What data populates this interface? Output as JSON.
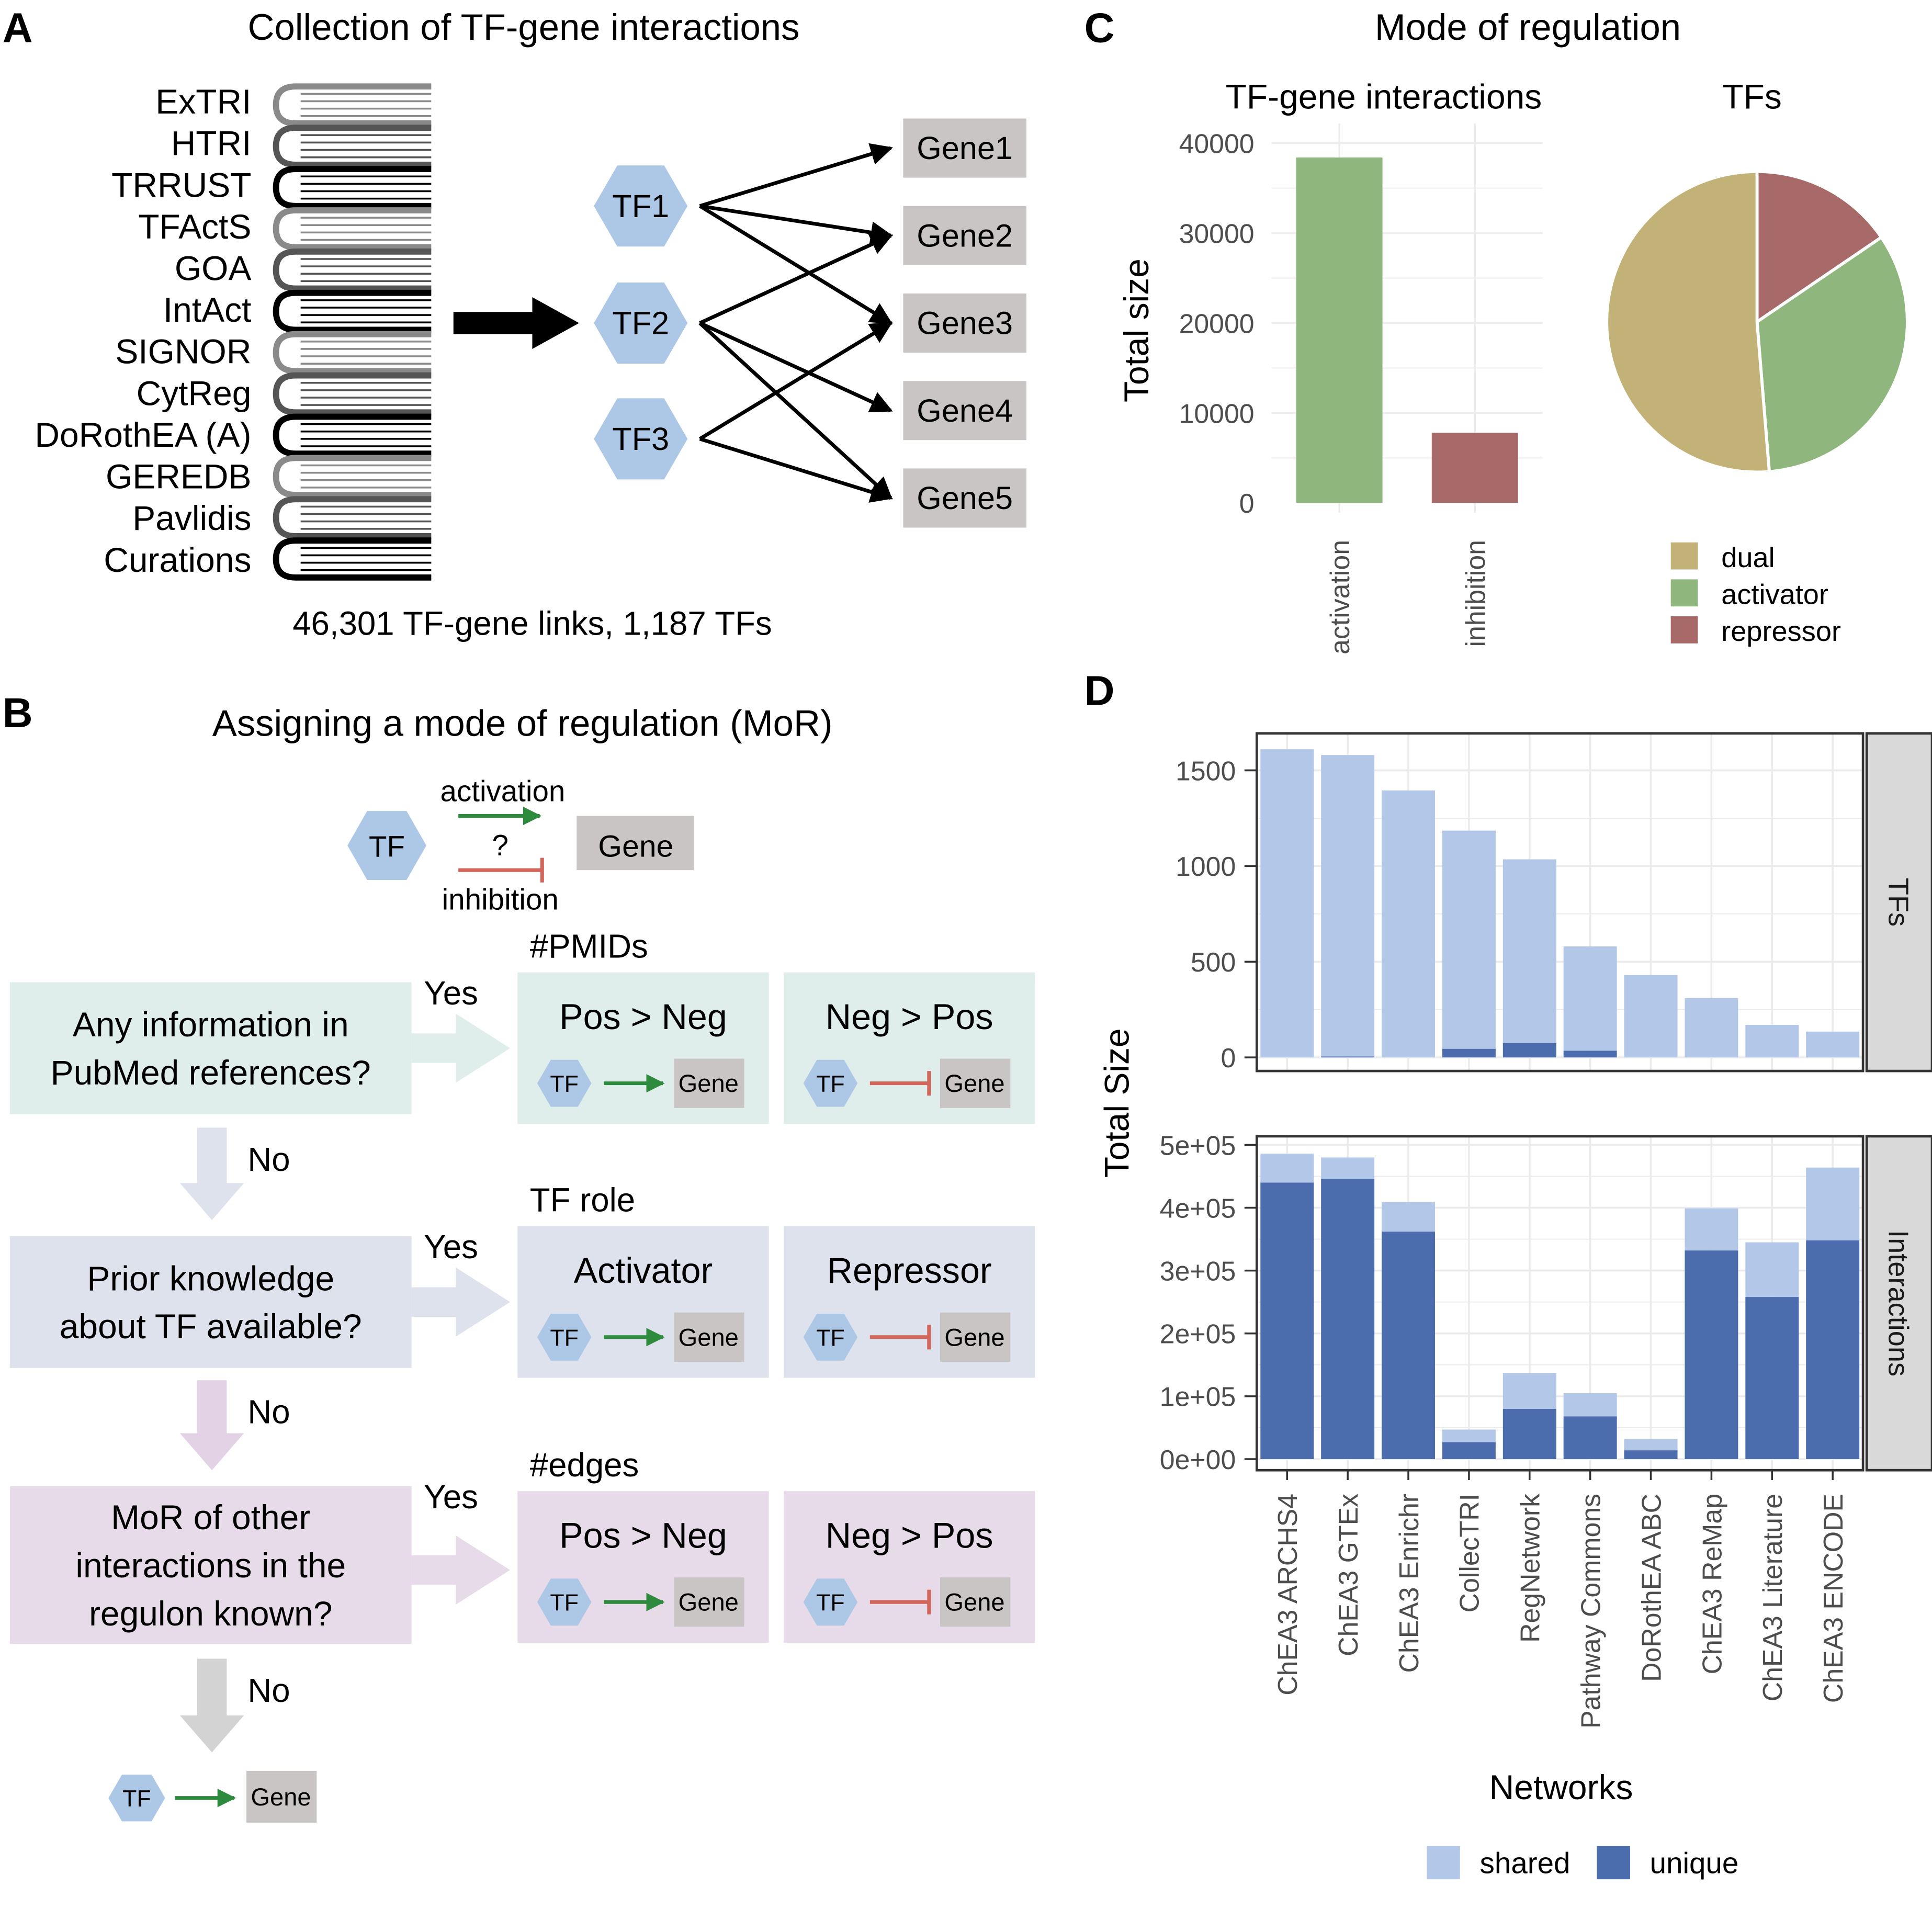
{
  "colors": {
    "tf_fill": "#adc7e6",
    "gene_fill": "#c9c5c5",
    "pubmed_bg": "#e0eeeb",
    "prior_bg": "#dde2ec",
    "regulon_bg": "#e8dbe9",
    "activation_green": "#8fb67c",
    "inhibition_red": "#a86a68",
    "dual_tan": "#c2b278",
    "shared_blue": "#b3c7e8",
    "unique_blue": "#4b6cad",
    "arrow_green": "#2e8b3e",
    "arrow_red": "#d2665a",
    "strip_grey": "#d9d9d9"
  },
  "panelA": {
    "letter": "A",
    "title": "Collection of TF-gene interactions",
    "sources": [
      "ExTRI",
      "HTRI",
      "TRRUST",
      "TFActS",
      "GOA",
      "IntAct",
      "SIGNOR",
      "CytReg",
      "DoRothEA (A)",
      "GEREDB",
      "Pavlidis",
      "Curations"
    ],
    "tfs": [
      "TF1",
      "TF2",
      "TF3"
    ],
    "genes": [
      "Gene1",
      "Gene2",
      "Gene3",
      "Gene4",
      "Gene5"
    ],
    "summary": "46,301 TF-gene links, 1,187 TFs"
  },
  "panelB": {
    "letter": "B",
    "title": "Assigning a mode of regulation (MoR)",
    "legend": {
      "tf": "TF",
      "gene": "Gene",
      "activation": "activation",
      "question": "?",
      "inhibition": "inhibition"
    },
    "tf_label": "TF",
    "gene_label": "Gene",
    "yes": "Yes",
    "no": "No",
    "q1": {
      "lines": [
        "Any information in",
        "PubMed references?"
      ],
      "section": "#PMIDs",
      "left": "Pos > Neg",
      "right": "Neg > Pos"
    },
    "q2": {
      "lines": [
        "Prior knowledge",
        "about TF available?"
      ],
      "section": "TF role",
      "left": "Activator",
      "right": "Repressor"
    },
    "q3": {
      "lines": [
        "MoR of other",
        "interactions in the",
        "regulon known?"
      ],
      "section": "#edges",
      "left": "Pos > Neg",
      "right": "Neg > Pos"
    }
  },
  "panelC": {
    "letter": "C",
    "title": "Mode of regulation",
    "bar_title": "TF-gene interactions",
    "pie_title": "TFs",
    "legend": [
      "dual",
      "activator",
      "repressor"
    ]
  },
  "panelD": {
    "letter": "D",
    "legend": [
      "shared",
      "unique"
    ]
  },
  "chart_data": [
    {
      "type": "bar",
      "title": "TF-gene interactions",
      "ylabel": "Total size",
      "xlabel": "",
      "categories": [
        "activation",
        "inhibition"
      ],
      "values": [
        38400,
        7800
      ],
      "ylim": [
        0,
        40000
      ],
      "yticks": [
        "0",
        "10000",
        "20000",
        "30000",
        "40000"
      ],
      "colors": [
        "#8fb67c",
        "#a86a68"
      ],
      "grid": true
    },
    {
      "type": "pie",
      "title": "TFs",
      "labels": [
        "dual",
        "activator",
        "repressor"
      ],
      "values": [
        0.513,
        0.332,
        0.155
      ],
      "colors": [
        "#c2b278",
        "#8fb67c",
        "#a86a68"
      ],
      "legend_position": "bottom"
    },
    {
      "type": "bar",
      "stacked": true,
      "facet": "TFs",
      "xlabel": "Networks",
      "ylabel": "Total Size",
      "categories": [
        "ChEA3 ARCHS4",
        "ChEA3 GTEx",
        "ChEA3 Enrichr",
        "CollecTRI",
        "RegNetwork",
        "Pathway Commons",
        "DoRothEA ABC",
        "ChEA3 ReMap",
        "ChEA3 Literature",
        "ChEA3 ENCODE"
      ],
      "series": [
        {
          "name": "unique",
          "values": [
            0,
            5,
            0,
            45,
            75,
            35,
            0,
            0,
            0,
            0
          ]
        },
        {
          "name": "shared",
          "values": [
            1610,
            1575,
            1395,
            1140,
            960,
            545,
            430,
            310,
            170,
            135
          ]
        }
      ],
      "ylim": [
        0,
        1700
      ],
      "yticks": [
        "0",
        "500",
        "1000",
        "1500"
      ],
      "grid": true
    },
    {
      "type": "bar",
      "stacked": true,
      "facet": "Interactions",
      "xlabel": "Networks",
      "ylabel": "Total Size",
      "categories": [
        "ChEA3 ARCHS4",
        "ChEA3 GTEx",
        "ChEA3 Enrichr",
        "CollecTRI",
        "RegNetwork",
        "Pathway Commons",
        "DoRothEA ABC",
        "ChEA3 ReMap",
        "ChEA3 Literature",
        "ChEA3 ENCODE"
      ],
      "series": [
        {
          "name": "unique",
          "values": [
            440000,
            446000,
            362000,
            27000,
            80000,
            68000,
            14000,
            332000,
            258000,
            348000
          ]
        },
        {
          "name": "shared",
          "values": [
            46000,
            34000,
            47000,
            20000,
            57000,
            37000,
            18000,
            67000,
            87000,
            116000
          ]
        }
      ],
      "ylim": [
        0,
        500000
      ],
      "yticks": [
        "0e+00",
        "1e+05",
        "2e+05",
        "3e+05",
        "4e+05",
        "5e+05"
      ],
      "grid": true
    }
  ]
}
